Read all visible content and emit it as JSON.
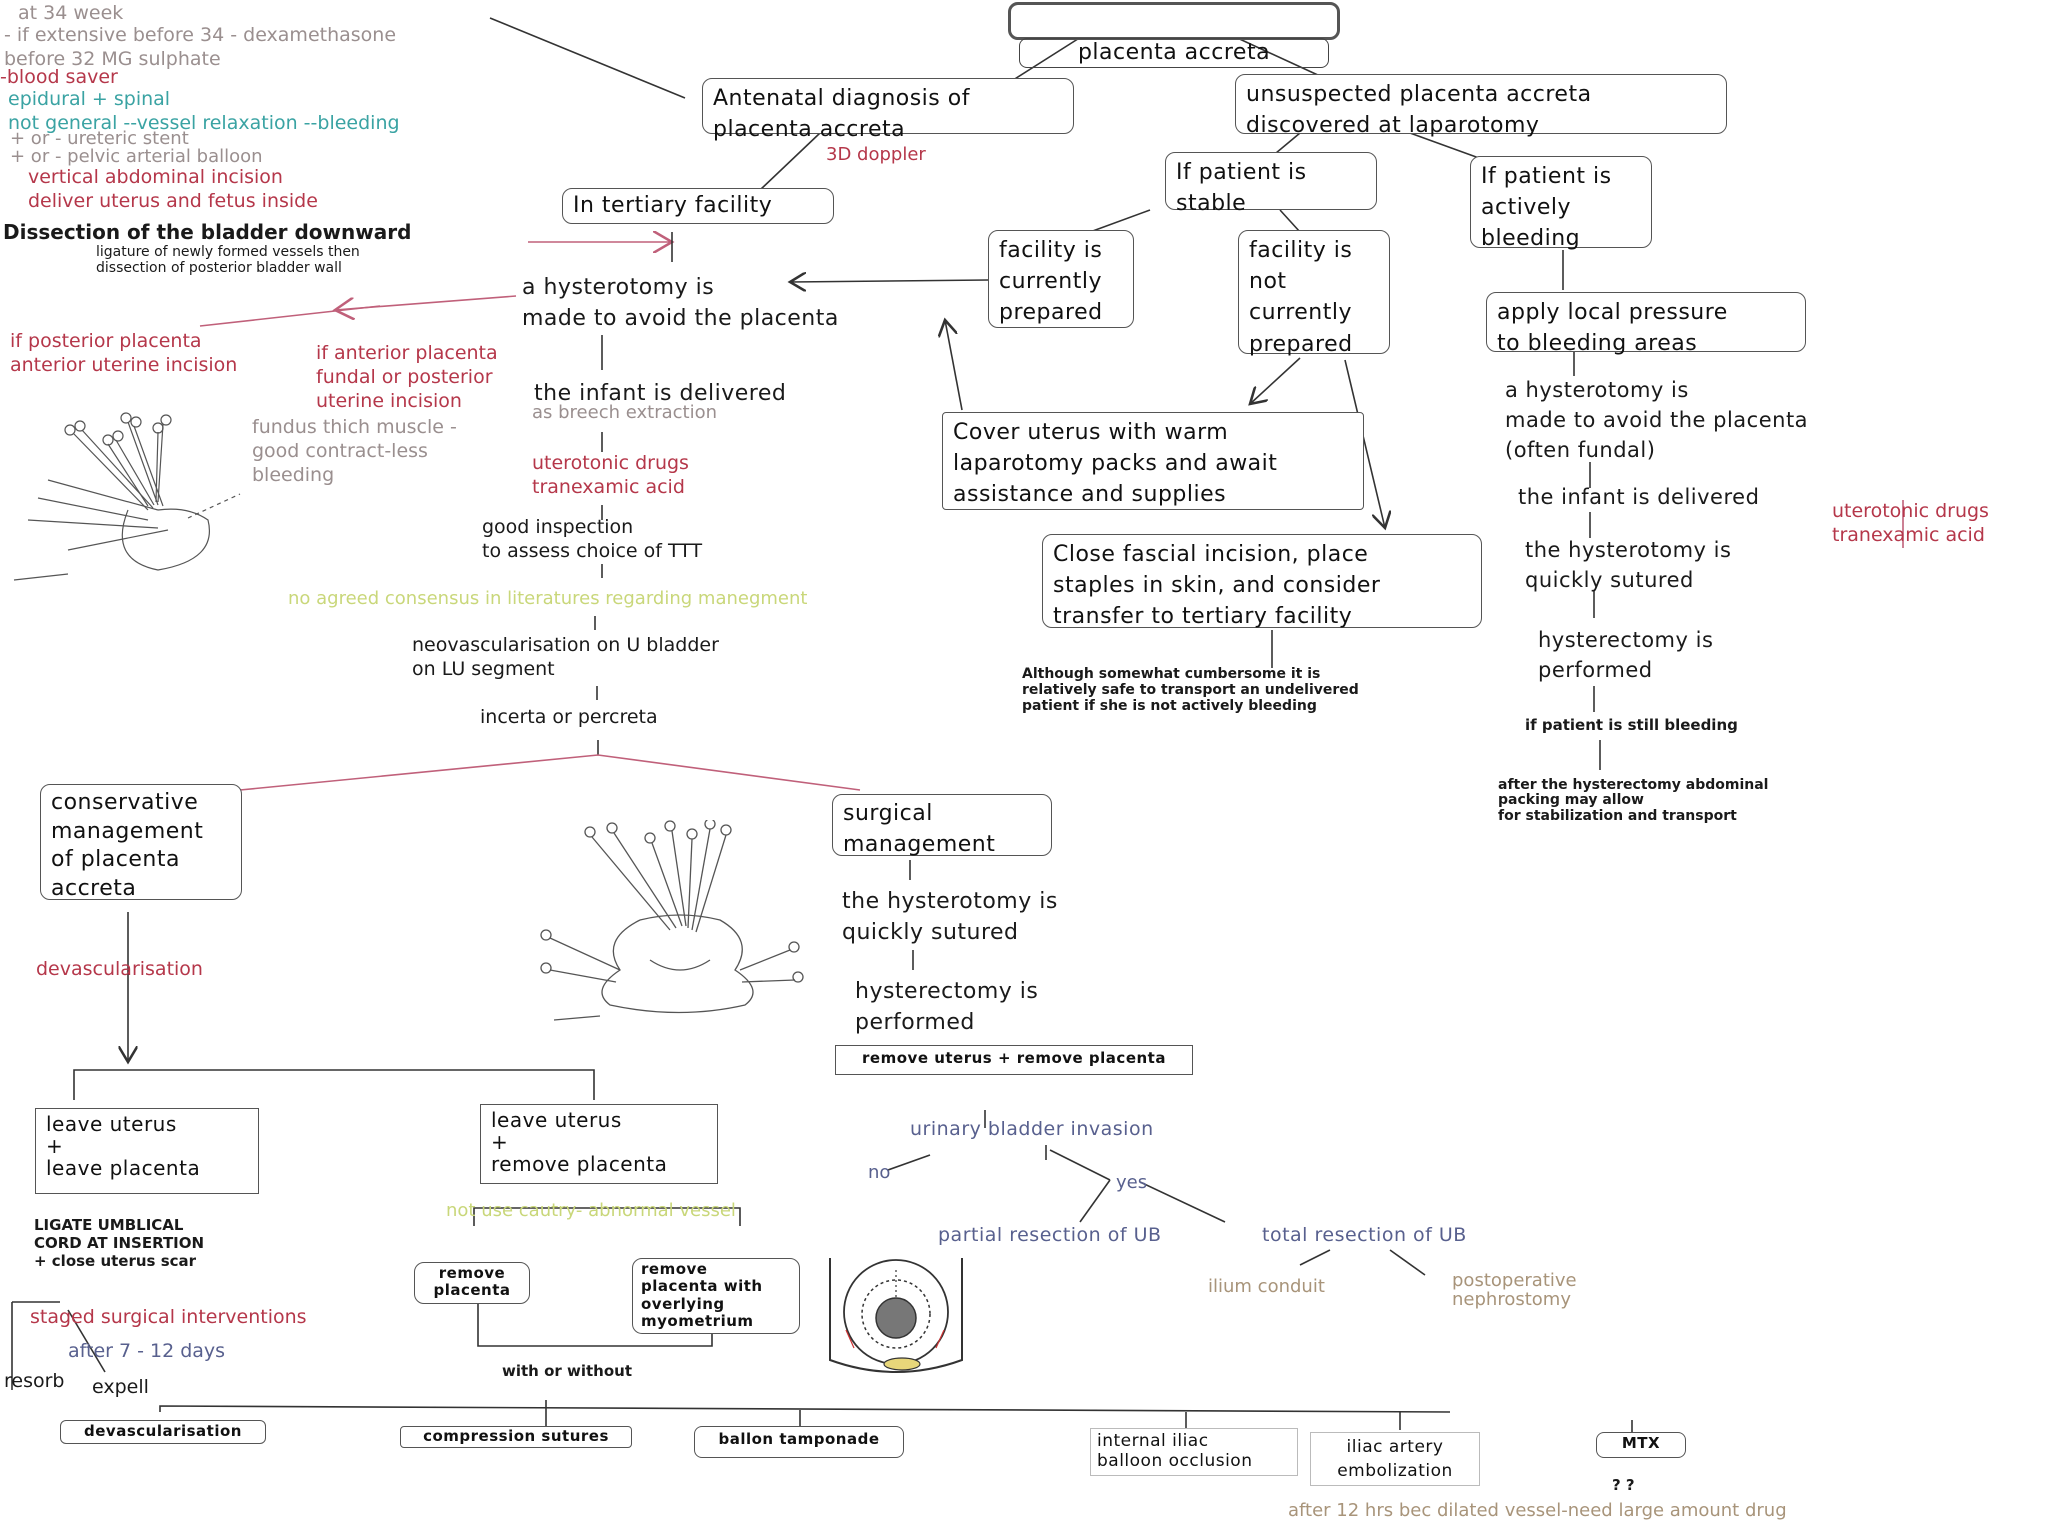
{
  "root": "placenta   accreta",
  "antenatal": {
    "title": "Antenatal diagnosis of\nplacenta accreta",
    "doppler": "3D doppler",
    "tertiary": "In tertiary facility",
    "notes": {
      "week": "at  34 week",
      "steroids": "- if extensive before 34 - dexamethasone\n                 before 32  MG sulphate",
      "blood_saver": "-blood saver",
      "anesthesia": "epidural + spinal\nnot general --vessel relaxation --bleeding",
      "stent": "+ or - ureteric stent\n+ or - pelvic arterial balloon",
      "incision": "vertical abdominal incision\ndeliver uterus and fetus inside",
      "dissection": "Dissection of the bladder downward",
      "ligature": "ligature of newly formed vessels then\ndissection of posterior bladder wall"
    },
    "hysterotomy": "a hysterotomy is\nmade to avoid the placenta",
    "posterior": "if  posterior placenta\nanterior uterine incision",
    "anterior": "if anterior placenta\nfundal or posterior\nuterine incision",
    "fundus": "fundus thich muscle -\ngood contract-less\nbleeding",
    "infant": "the infant is delivered",
    "breech": "as breech extraction",
    "uterotonic": "uterotonic drugs\ntranexamic acid",
    "inspection": "good inspection\nto assess choice of TTT",
    "consensus": "no agreed consensus in literatures regarding manegment",
    "neovasc": "neovascularisation on U bladder\n                   on LU segment",
    "incerta": "incerta or percreta"
  },
  "unsuspected": {
    "title": "unsuspected placenta  accreta\ndiscovered at laparotomy",
    "stable": "If patient is\nstable",
    "bleeding": "If patient is\nactively\nbleeding",
    "prepared": "facility is\ncurrently\nprepared",
    "not_prepared": "facility is\nnot\ncurrently\nprepared",
    "cover": "Cover uterus with warm\nlaparotomy packs and await\nassistance and supplies",
    "close": "Close fascial incision, place\nstaples in skin, and consider\ntransfer to tertiary facility",
    "transport_note": "Although somewhat cumbersome it is\nrelatively safe to transport an undelivered\npatient if she is not actively bleeding",
    "pressure": "apply local pressure\nto bleeding areas",
    "r_hysterotomy": "a hysterotomy is\nmade to avoid the placenta\n(often fundal)",
    "r_infant": "the infant is delivered",
    "r_uterotonic": "uterotonic drugs\ntranexamic acid",
    "r_sutured": "the hysterotomy is\nquickly sutured",
    "r_hysterectomy": "hysterectomy is\nperformed",
    "still_bleeding": "if patient is still bleeding",
    "packing": "after the hysterectomy  abdominal\npacking may allow\nfor stabilization and transport"
  },
  "conservative": {
    "title": "conservative\nmanagement\nof placenta\naccreta",
    "devasc": "devascularisation",
    "leave_leave": "leave uterus\n+\nleave placenta",
    "leave_remove": "leave uterus\n+\nremove placenta",
    "ligate": "LIGATE UMBLICAL\nCORD AT INSERTION\n+ close uterus scar",
    "staged": "staged surgical interventions",
    "after_days": "after 7 - 12 days",
    "resorb": "resorb",
    "expell": "expell",
    "cautry": "not use cautry- abnormal vessel",
    "remove_placenta": "remove\nplacenta",
    "remove_myometrium": "remove\nplacenta with\noverlying\nmyometrium",
    "with_without": "with or without"
  },
  "surgical": {
    "title": "surgical\nmanagement",
    "sutured": "the hysterotomy is\nquickly sutured",
    "hysterectomy": "hysterectomy is\nperformed",
    "remove_both": "remove uterus + remove placenta",
    "ub_invasion": "urinary bladder invasion",
    "no": "no",
    "yes": "yes",
    "partial": "partial resection of UB",
    "total": "total resection of UB",
    "ilium": "ilium conduit",
    "nephrostomy": "postoperative\nnephrostomy"
  },
  "bottom": {
    "options": [
      "devascularisation",
      "compression sutures",
      "ballon tamponade",
      "internal iliac\nballoon occlusion",
      "iliac artery\nembolization",
      "MTX"
    ],
    "qq": "? ?",
    "mtx_note": "after 12 hrs bec dilated vessel-need large amount drug"
  }
}
